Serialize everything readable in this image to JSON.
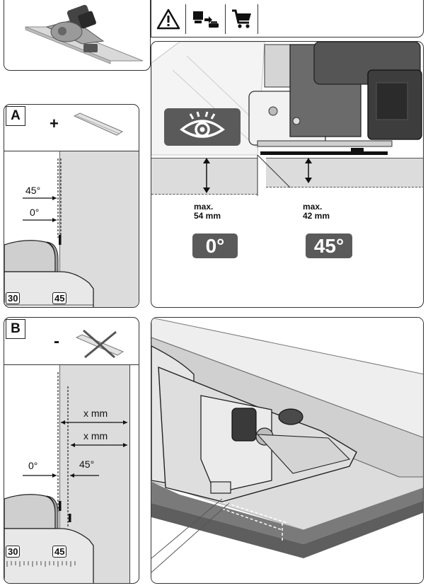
{
  "header": {
    "icons": [
      "warning-icon",
      "battery-charger-icon",
      "shopping-cart-icon"
    ]
  },
  "section_a": {
    "letter": "A",
    "sign": "+",
    "label_45": "45°",
    "label_0": "0°",
    "scale_30": "30",
    "scale_45": "45",
    "depth_0_label": "max.",
    "depth_0_value": "54 mm",
    "depth_45_label": "max.",
    "depth_45_value": "42 mm",
    "angle_0": "0°",
    "angle_45": "45°",
    "eye_icon": "eye-icon"
  },
  "section_b": {
    "letter": "B",
    "sign": "-",
    "dim_1": "x mm",
    "dim_2": "x mm",
    "label_0": "0°",
    "label_45": "45°",
    "scale_30": "30",
    "scale_45": "45"
  }
}
